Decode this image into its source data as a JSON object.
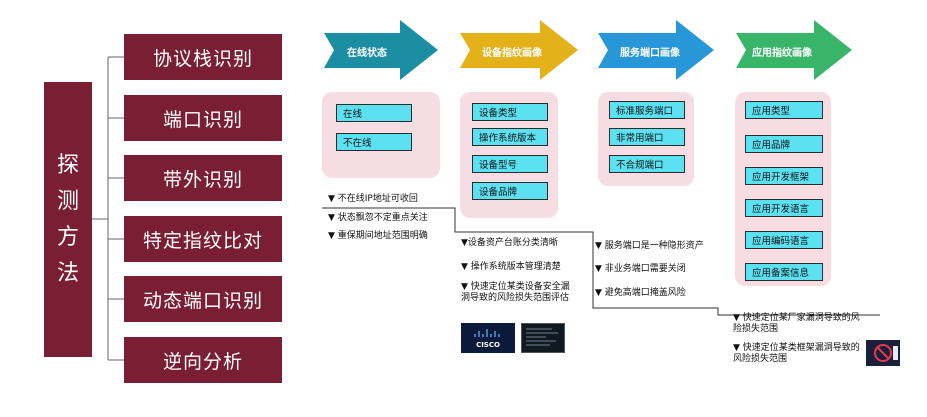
{
  "main_title": [
    "探",
    "测",
    "方",
    "法"
  ],
  "methods": [
    "协议栈识别",
    "端口识别",
    "带外识别",
    "特定指纹比对",
    "动态端口识别",
    "逆向分析"
  ],
  "stages": [
    {
      "label": "在线状态",
      "color": "#1c8ea3"
    },
    {
      "label": "设备指纹画像",
      "color": "#e3b21b"
    },
    {
      "label": "服务端口画像",
      "color": "#2897d8"
    },
    {
      "label": "应用指纹画像",
      "color": "#39b56a"
    }
  ],
  "online_chips": [
    "在线",
    "不在线"
  ],
  "device_chips": [
    "设备类型",
    "操作系统版本",
    "设备型号",
    "设备品牌"
  ],
  "port_chips": [
    "标准服务端口",
    "非常用端口",
    "不合规端口"
  ],
  "app_chips": [
    "应用类型",
    "应用品牌",
    "应用开发框架",
    "应用开发语言",
    "应用编码语言",
    "应用备案信息"
  ],
  "online_notes": [
    "▼ 不在线IP地址可收回",
    "▼ 状态飘忽不定重点关注",
    "▼ 重保期间地址范围明确"
  ],
  "device_notes": [
    "▼设备资产台账分类清晰",
    "▼ 操作系统版本管理清楚",
    "▼ 快速定位某类设备安全漏洞导致的风险损失范围评估"
  ],
  "port_notes": [
    "▼ 服务端口是一种隐形资产",
    "▼ 非业务端口需要关闭",
    "▼ 避免高端口掩盖风险"
  ],
  "app_notes": [
    "▼ 快速定位某厂家漏洞导致的风险损失范围",
    "▼ 快速定位某类框架漏洞导致的风险损失范围"
  ],
  "logos": {
    "cisco_text": "CISCO"
  }
}
